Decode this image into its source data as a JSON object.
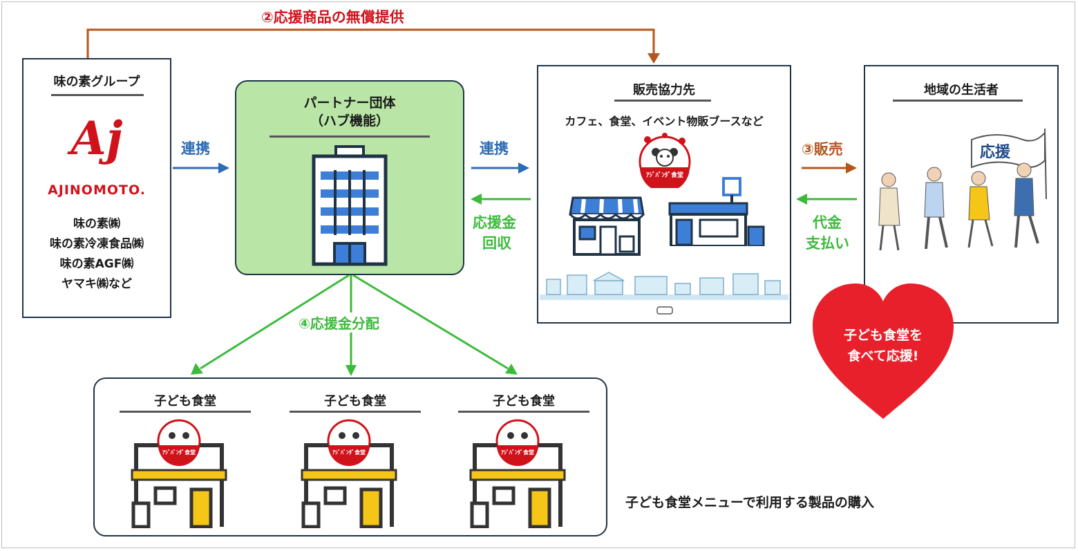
{
  "flow": {
    "top_arrow_label": "②応援商品の無償提供",
    "link_left": "連携",
    "link_right": "連携",
    "return_funds_line1": "応援金",
    "return_funds_line2": "回収",
    "sales_label": "③販売",
    "payment_line1": "代金",
    "payment_line2": "支払い",
    "distribution_label": "④応援金分配",
    "purchase_note": "子ども食堂メニューで利用する製品の購入"
  },
  "ajinomoto": {
    "heading": "味の素グループ",
    "logo_mark": "Aj",
    "logo_word": "AJINOMOTO.",
    "companies": [
      "味の素㈱",
      "味の素冷凍食品㈱",
      "味の素AGF㈱",
      "ヤマキ㈱など"
    ]
  },
  "partner": {
    "heading_line1": "パートナー団体",
    "heading_line2": "（ハブ機能）"
  },
  "sales_partner": {
    "heading": "販売協力先",
    "subtitle": "カフェ、食堂、イベント物販ブースなど",
    "badge": "ｱｼﾞﾊﾟﾝﾀﾞ食堂"
  },
  "consumers": {
    "heading": "地域の生活者",
    "flag_text": "応援",
    "heart_line1": "子ども食堂を",
    "heart_line2": "食べて応援!"
  },
  "kodomo": {
    "items": [
      {
        "label": "子ども食堂",
        "badge": "ｱｼﾞﾊﾟﾝﾀﾞ食堂"
      },
      {
        "label": "子ども食堂",
        "badge": "ｱｼﾞﾊﾟﾝﾀﾞ食堂"
      },
      {
        "label": "子ども食堂",
        "badge": "ｱｼﾞﾊﾟﾝﾀﾞ食堂"
      }
    ]
  },
  "colors": {
    "red": "#d0121b",
    "orange_brown": "#b5561d",
    "blue_arrow": "#2b6cb5",
    "green_arrow": "#3cba3c",
    "green_fill": "#b9e6a6",
    "navy_border": "#1f3346",
    "yellow": "#f5c518"
  }
}
